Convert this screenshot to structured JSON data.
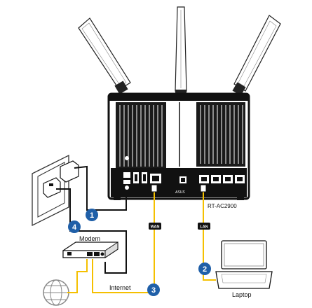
{
  "router": {
    "model": "RT-AC2900",
    "brand": "ASUS"
  },
  "ports": {
    "wan_tag": "WAN",
    "lan_tag": "LAN"
  },
  "devices": {
    "modem": "Modem",
    "laptop": "Laptop",
    "internet": "Internet"
  },
  "steps": {
    "one": "1",
    "two": "2",
    "three": "3",
    "four": "4"
  },
  "colors": {
    "step_badge": "#1f5fa8",
    "ethernet_cable": "#f5c000",
    "power_cable": "#1a1a1a",
    "router_body": "#111111"
  }
}
